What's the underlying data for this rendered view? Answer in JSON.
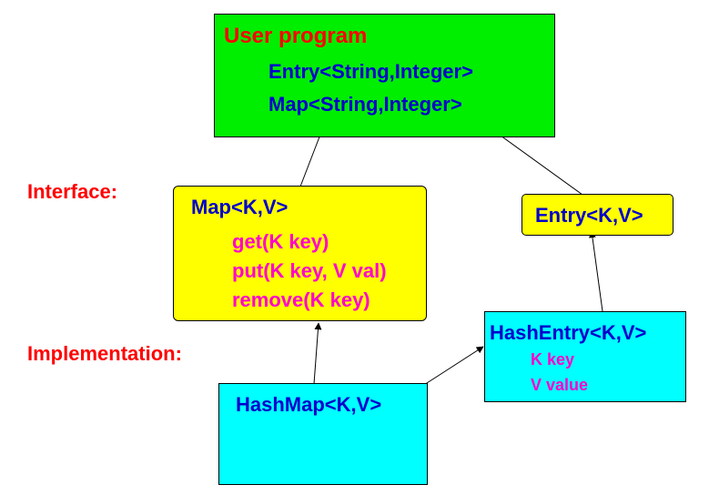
{
  "user_program": {
    "title": "User program",
    "line1": "Entry<String,Integer>",
    "line2": "Map<String,Integer>"
  },
  "labels": {
    "interface": "Interface:",
    "implementation": "Implementation:"
  },
  "map_interface": {
    "title": "Map<K,V>",
    "method1": "get(K key)",
    "method2": "put(K key, V val)",
    "method3": "remove(K key)"
  },
  "entry_interface": {
    "title": "Entry<K,V>"
  },
  "hashentry": {
    "title": "HashEntry<K,V>",
    "field1": "K key",
    "field2": "V value"
  },
  "hashmap": {
    "title": "HashMap<K,V>"
  },
  "colors": {
    "user_box": "#00ee00",
    "interface_box": "#ffff00",
    "impl_box": "#00ffff",
    "heading": "#ff0000",
    "type_text": "#0000cc",
    "member_text": "#ff00cc"
  }
}
